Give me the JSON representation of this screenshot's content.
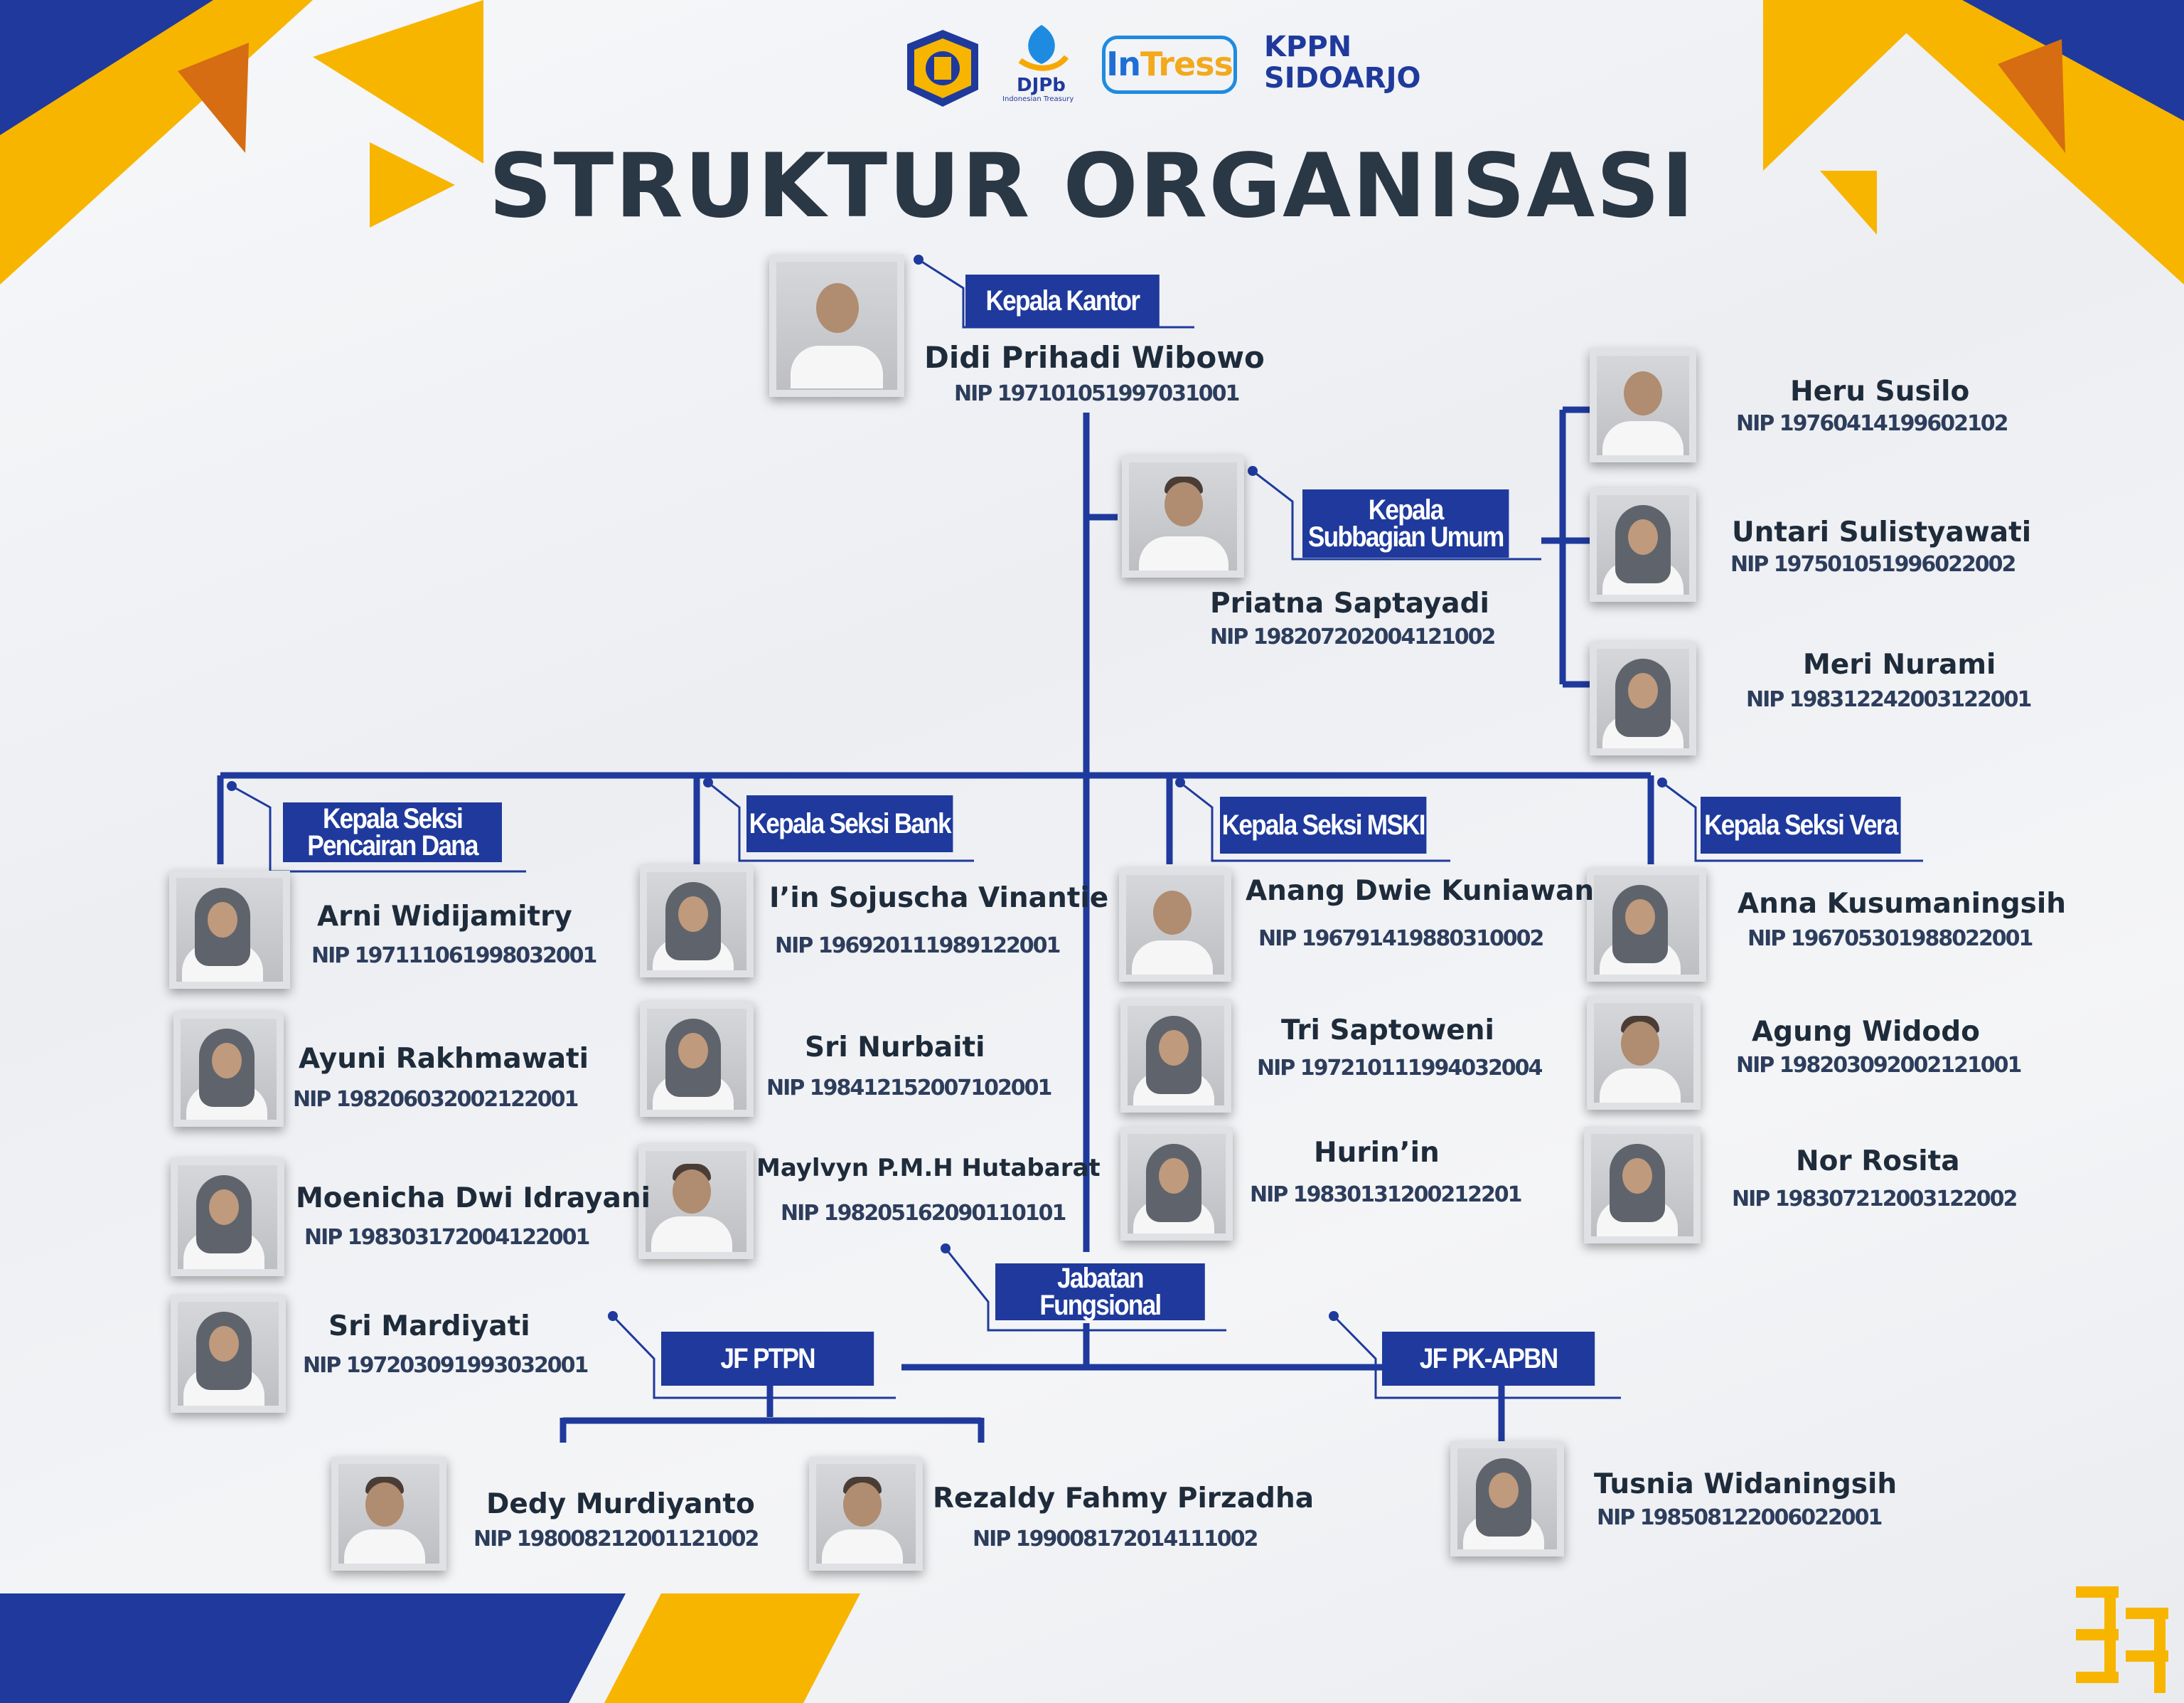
{
  "header": {
    "title": "STRUKTUR ORGANISASI",
    "logo_djpb": "DJPb",
    "logo_djpb_sub": "Indonesian Treasury",
    "logo_intress_a": "In",
    "logo_intress_b": "Tress",
    "kppn_line1": "KPPN",
    "kppn_line2": "SIDOARJO"
  },
  "colors": {
    "navy": "#1f3a9c",
    "orange": "#f7a800",
    "dark_orange": "#e07a12",
    "text": "#1e2b3a"
  },
  "labels": {
    "kepala_kantor": "Kepala Kantor",
    "subbagian_1": "Kepala",
    "subbagian_2": "Subbagian Umum",
    "pencairan_1": "Kepala Seksi",
    "pencairan_2": "Pencairan  Dana",
    "bank": "Kepala Seksi Bank",
    "mski": "Kepala Seksi MSKI",
    "vera": "Kepala Seksi Vera",
    "jabatan_fungsional": "Jabatan Fungsional",
    "jf_ptpn": "JF PTPN",
    "jf_pkapbn": "JF PK-APBN"
  },
  "people": {
    "kepala_kantor": {
      "name": "Didi Prihadi Wibowo",
      "nip": "NIP 197101051997031001"
    },
    "subbagian": {
      "name": "Priatna Saptayadi",
      "nip": "NIP 198207202004121002"
    },
    "umum": [
      {
        "name": "Heru Susilo",
        "nip": "NIP 19760414199602102"
      },
      {
        "name": "Untari Sulistyawati",
        "nip": "NIP 197501051996022002"
      },
      {
        "name": "Meri Nurami",
        "nip": "NIP 198312242003122001"
      }
    ],
    "pencairan": [
      {
        "name": "Arni Widijamitry",
        "nip": "NIP 197111061998032001"
      },
      {
        "name": "Ayuni Rakhmawati",
        "nip": "NIP 198206032002122001"
      },
      {
        "name": "Moenicha Dwi Idrayani",
        "nip": "NIP 198303172004122001"
      },
      {
        "name": "Sri Mardiyati",
        "nip": "NIP 197203091993032001"
      }
    ],
    "bank": [
      {
        "name": "I’in Sojuscha Vinantie",
        "nip": "NIP 196920111989122001"
      },
      {
        "name": "Sri Nurbaiti",
        "nip": "NIP 198412152007102001"
      },
      {
        "name": "Maylvyn P.M.H Hutabarat",
        "nip": "NIP 198205162090110101"
      }
    ],
    "mski": [
      {
        "name": "Anang Dwie Kuniawan",
        "nip": "NIP 196791419880310002"
      },
      {
        "name": "Tri Saptoweni",
        "nip": "NIP 197210111994032004"
      },
      {
        "name": "Hurin’in",
        "nip": "NIP 19830131200212201"
      }
    ],
    "vera": [
      {
        "name": "Anna Kusumaningsih",
        "nip": "NIP 196705301988022001"
      },
      {
        "name": "Agung Widodo",
        "nip": "NIP 198203092002121001"
      },
      {
        "name": "Nor Rosita",
        "nip": "NIP 198307212003122002"
      }
    ],
    "ptpn": [
      {
        "name": "Dedy Murdiyanto",
        "nip": "NIP 198008212001121002"
      },
      {
        "name": "Rezaldy Fahmy Pirzadha",
        "nip": "NIP 199008172014111002"
      }
    ],
    "pkapbn": [
      {
        "name": "Tusnia Widaningsih",
        "nip": "NIP 198508122006022001"
      }
    ]
  }
}
